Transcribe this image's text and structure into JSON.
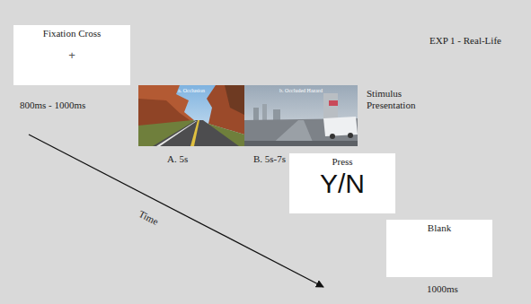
{
  "diagram": {
    "title": "EXP 1 - Real-Life",
    "nodes": [
      {
        "text": [
          "+",
          "Fixation Cross"
        ]
      },
      {
        "text": [
          "a. Occlusion"
        ]
      },
      {
        "text": [
          "b. Occluded Hazard"
        ]
      },
      {
        "text": [
          "Y/N",
          "Press"
        ]
      },
      {
        "text": [
          "Blank"
        ]
      }
    ],
    "labels": [
      "800ms - 1000ms",
      "Stimulus Presentation",
      "A. 5s",
      "B. 5s-7s",
      "1000ms",
      "Time"
    ]
  }
}
